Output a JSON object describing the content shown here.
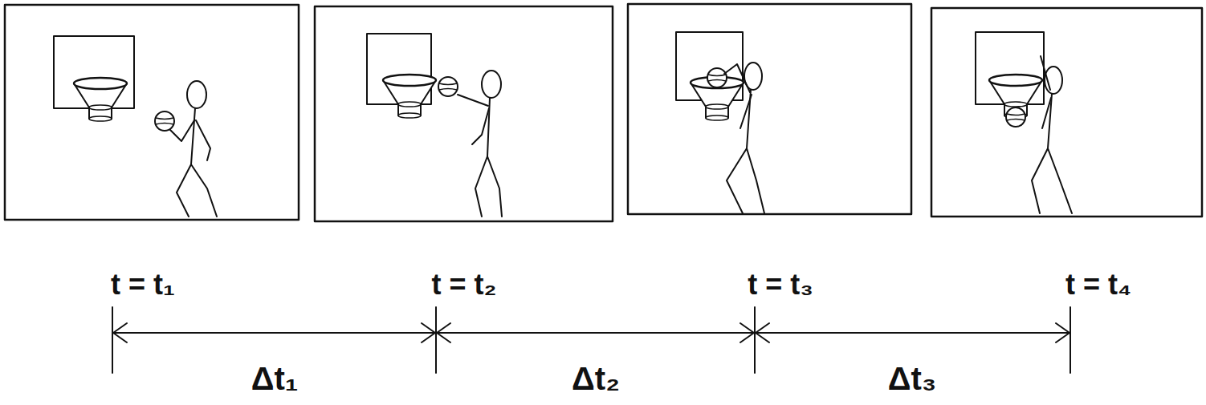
{
  "diagram": {
    "labels": [
      "t = t₁",
      "t = t₂",
      "t = t₃",
      "t = t₄",
      "Δt₁",
      "Δt₂",
      "Δt₃"
    ]
  }
}
